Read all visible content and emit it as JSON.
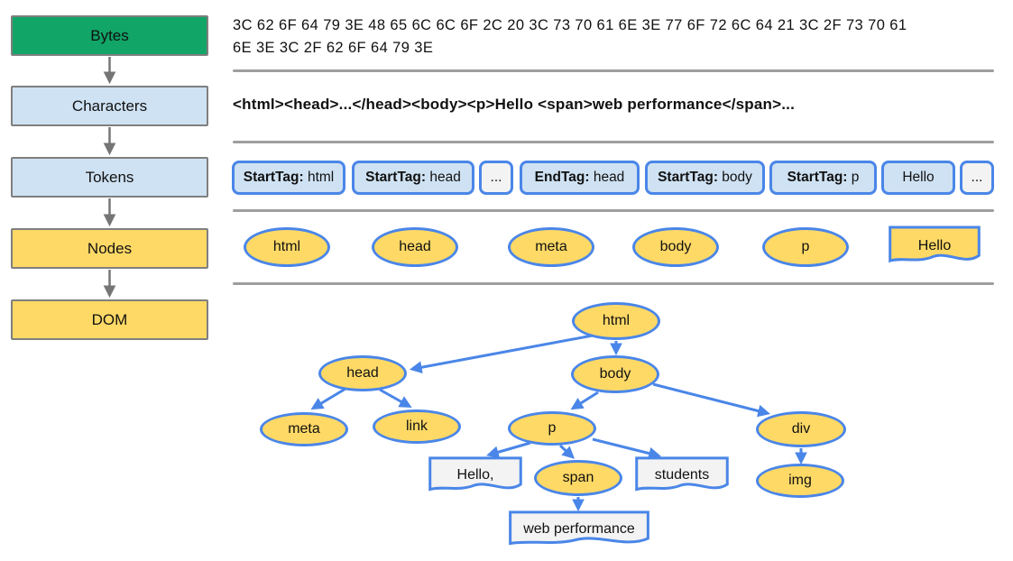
{
  "pipeline": {
    "stages": [
      {
        "label": "Bytes"
      },
      {
        "label": "Characters"
      },
      {
        "label": "Tokens"
      },
      {
        "label": "Nodes"
      },
      {
        "label": "DOM"
      }
    ]
  },
  "bytes": {
    "line1": "3C 62 6F 64 79 3E 48 65 6C 6C 6F 2C 20 3C 73 70 61 6E 3E 77 6F 72 6C 64 21 3C 2F 73 70 61",
    "line2": "6E 3E 3C 2F 62 6F 64 79 3E"
  },
  "characters": {
    "text": "<html><head>...</head><body><p>Hello <span>web performance</span>..."
  },
  "tokens": [
    {
      "bold": "StartTag:",
      "rest": " html"
    },
    {
      "bold": "StartTag:",
      "rest": " head"
    },
    {
      "bold": "",
      "rest": "..."
    },
    {
      "bold": "EndTag:",
      "rest": " head"
    },
    {
      "bold": "StartTag:",
      "rest": " body"
    },
    {
      "bold": "StartTag:",
      "rest": " p"
    },
    {
      "bold": "",
      "rest": "Hello"
    },
    {
      "bold": "",
      "rest": "..."
    }
  ],
  "nodes_row": [
    {
      "label": "html",
      "shape": "ellipse"
    },
    {
      "label": "head",
      "shape": "ellipse"
    },
    {
      "label": "meta",
      "shape": "ellipse"
    },
    {
      "label": "body",
      "shape": "ellipse"
    },
    {
      "label": "p",
      "shape": "ellipse"
    },
    {
      "label": "Hello",
      "shape": "document"
    }
  ],
  "dom_tree": {
    "nodes": [
      {
        "id": "html",
        "label": "html",
        "shape": "ellipse"
      },
      {
        "id": "head",
        "label": "head",
        "shape": "ellipse"
      },
      {
        "id": "body",
        "label": "body",
        "shape": "ellipse"
      },
      {
        "id": "meta",
        "label": "meta",
        "shape": "ellipse"
      },
      {
        "id": "link",
        "label": "link",
        "shape": "ellipse"
      },
      {
        "id": "p",
        "label": "p",
        "shape": "ellipse"
      },
      {
        "id": "div",
        "label": "div",
        "shape": "ellipse"
      },
      {
        "id": "hello-text",
        "label": "Hello,",
        "shape": "document"
      },
      {
        "id": "span",
        "label": "span",
        "shape": "ellipse"
      },
      {
        "id": "students-text",
        "label": "students",
        "shape": "document"
      },
      {
        "id": "img",
        "label": "img",
        "shape": "ellipse"
      },
      {
        "id": "webperf-text",
        "label": "web performance",
        "shape": "document"
      }
    ],
    "edges": [
      [
        "html",
        "head"
      ],
      [
        "html",
        "body"
      ],
      [
        "head",
        "meta"
      ],
      [
        "head",
        "link"
      ],
      [
        "body",
        "p"
      ],
      [
        "body",
        "div"
      ],
      [
        "p",
        "hello-text"
      ],
      [
        "p",
        "span"
      ],
      [
        "p",
        "students-text"
      ],
      [
        "span",
        "webperf-text"
      ],
      [
        "div",
        "img"
      ]
    ]
  },
  "colors": {
    "stage_green": "#11a567",
    "light_blue_fill": "#cfe2f3",
    "yellow_fill": "#ffd966",
    "blue_border": "#4a86e8",
    "gray_border": "#7f7f7f",
    "divider_gray": "#9e9e9e",
    "doc_gray_fill": "#f3f3f3"
  }
}
